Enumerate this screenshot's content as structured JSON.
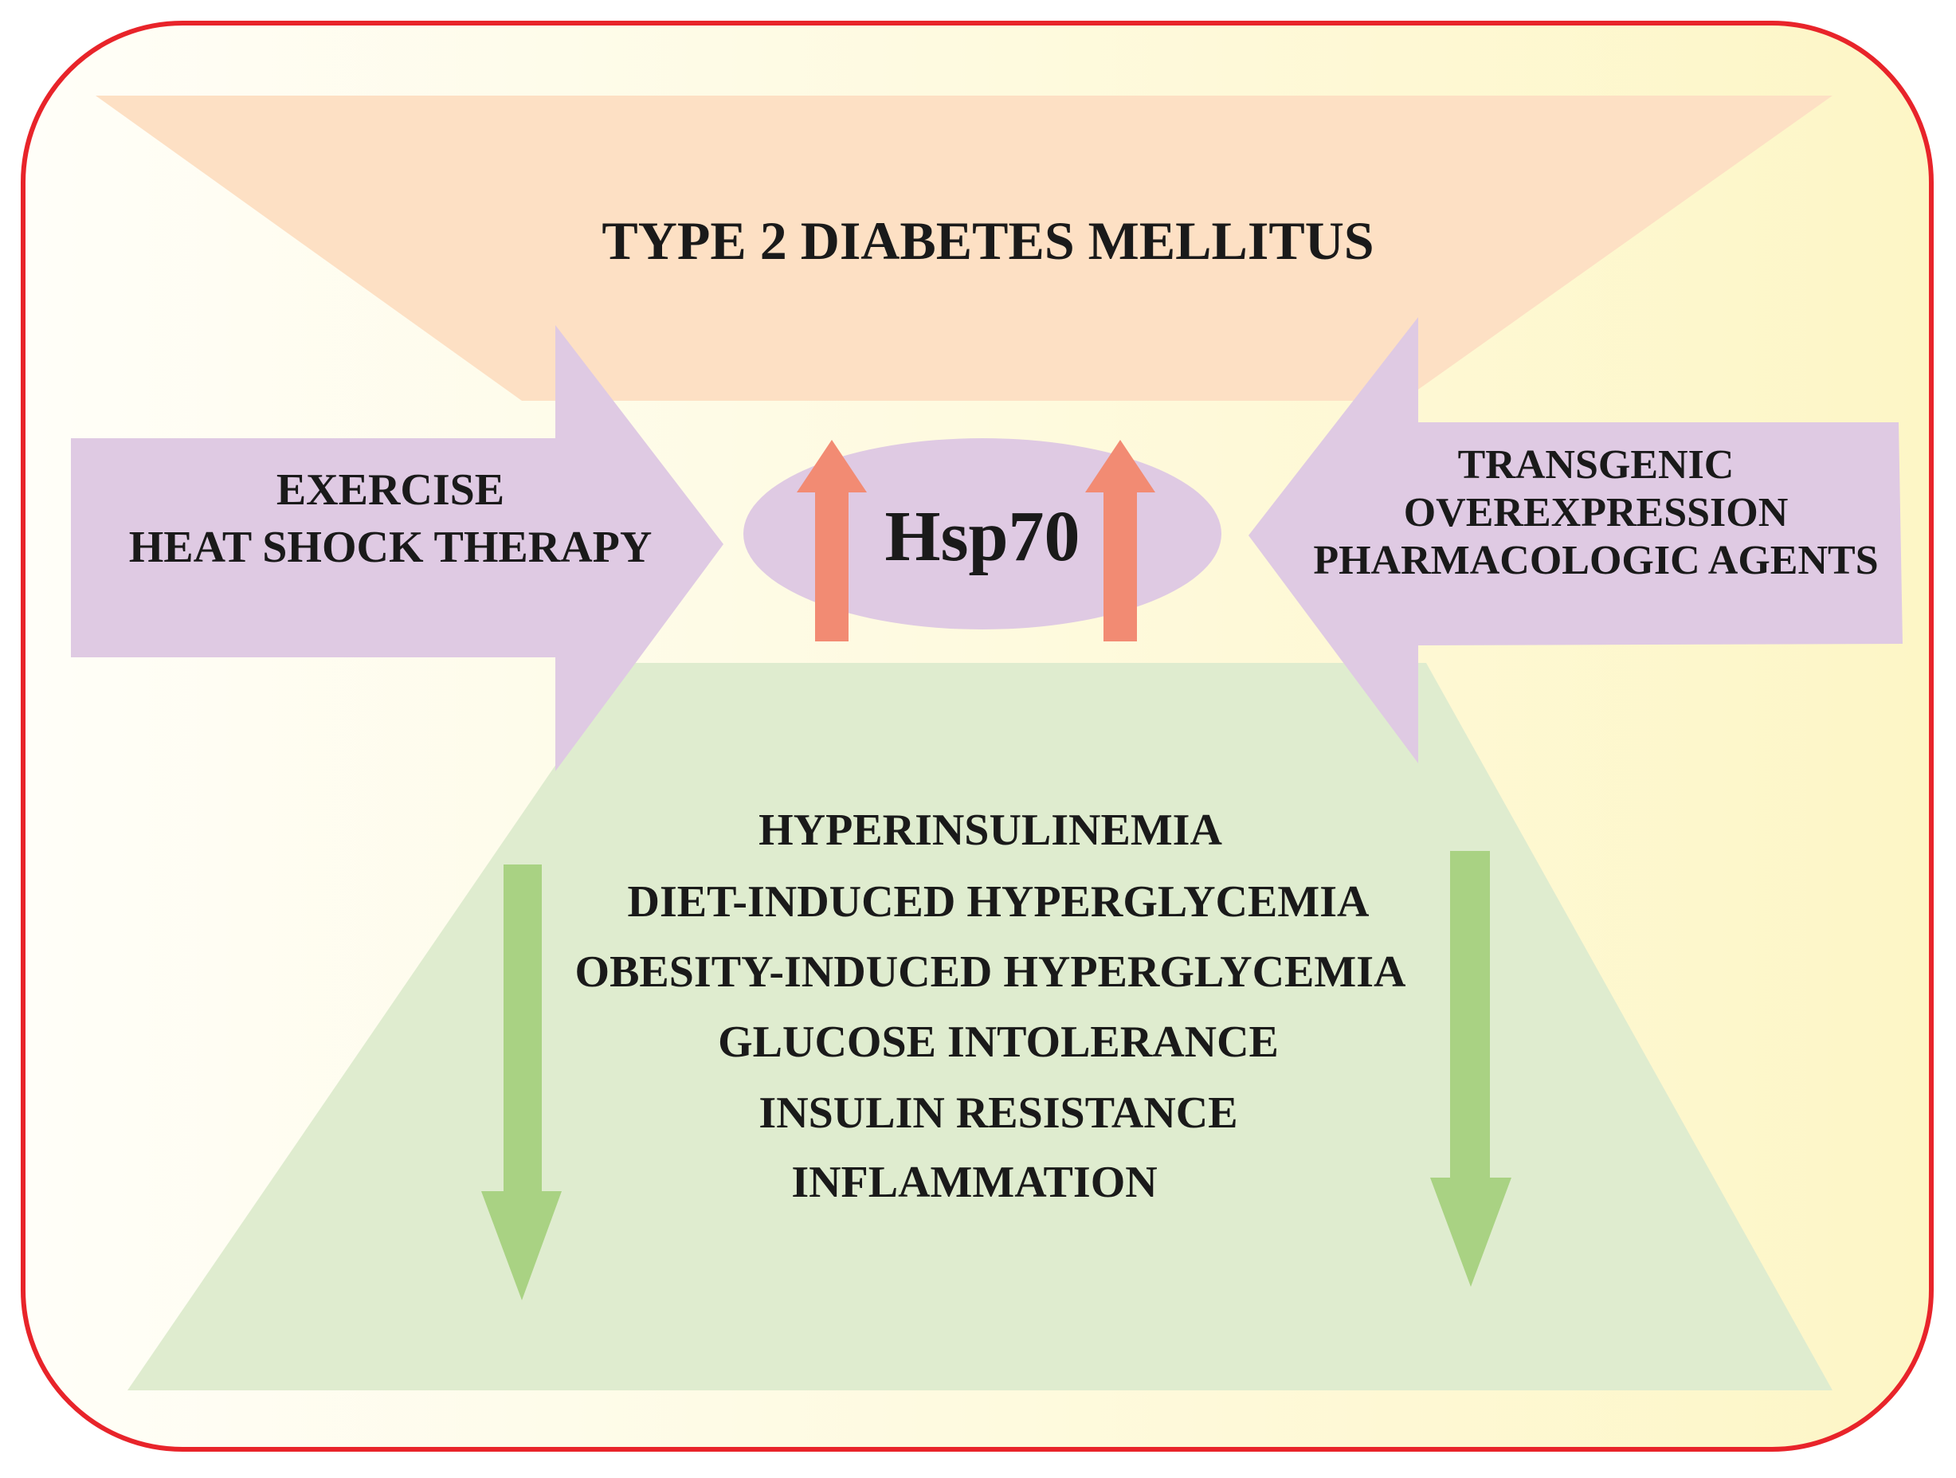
{
  "title": "TYPE 2 DIABETES MELLITUS",
  "center_label": "Hsp70",
  "left_arrow_lines": [
    "EXERCISE",
    "HEAT SHOCK THERAPY"
  ],
  "right_arrow_lines": [
    "TRANSGENIC",
    "OVEREXPRESSION",
    "PHARMACOLOGIC AGENTS"
  ],
  "outcomes": [
    "HYPERINSULINEMIA",
    "DIET-INDUCED HYPERGLYCEMIA",
    "OBESITY-INDUCED HYPERGLYCEMIA",
    "GLUCOSE INTOLERANCE",
    "INSULIN RESISTANCE",
    "INFLAMMATION"
  ],
  "colors": {
    "border": "#e8242a",
    "background_left": "#fffef8",
    "background_right": "#fdf6c6",
    "top_trapezoid": "#fde0c4",
    "bottom_trapezoid": "#dfeccf",
    "purple_arrows": "#dfcae3",
    "ellipse": "#dfcae3",
    "up_arrows": "#f28b73",
    "down_arrows": "#a9d283"
  },
  "indicators": {
    "up_arrows": "increase",
    "down_arrows": "decrease"
  }
}
